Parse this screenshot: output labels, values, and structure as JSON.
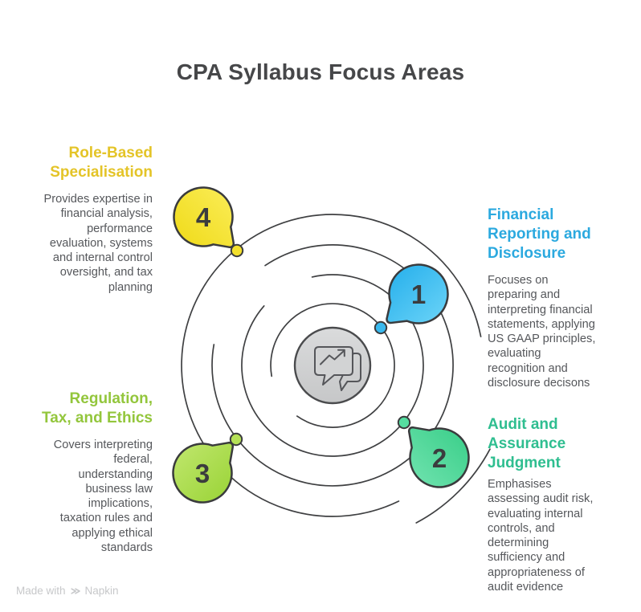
{
  "title": "CPA Syllabus Focus Areas",
  "diagram": {
    "center_icon": "chat-trend-icon",
    "items": [
      {
        "number": "1",
        "label": "Financial\nReporting and\nDisclosure",
        "description": "Focuses on\npreparing and\ninterpreting financial\nstatements, applying\nUS GAAP principles,\nevaluating\nrecognition and\ndisclosure decisons",
        "bubble_color": "#3FBCEF",
        "heading_color": "#2BA9DF"
      },
      {
        "number": "2",
        "label": "Audit and\nAssurance\nJudgment",
        "description": "Emphasises\nassessing audit risk,\nevaluating internal\ncontrols, and\ndetermining\nsufficiency and\nappropriateness of\naudit evidence",
        "bubble_color": "#4ED79A",
        "heading_color": "#2FBE90"
      },
      {
        "number": "3",
        "label": "Regulation,\nTax, and Ethics",
        "description": "Covers interpreting\nfederal,\nunderstanding\nbusiness law\nimplications,\ntaxation rules and\napplying ethical\nstandards",
        "bubble_color": "#ABDC52",
        "heading_color": "#93C63C"
      },
      {
        "number": "4",
        "label": "Role-Based\nSpecialisation",
        "description": "Provides expertise in\nfinancial analysis,\nperformance\nevaluation, systems\nand internal control\noversight, and tax\nplanning",
        "bubble_color": "#F5E33A",
        "heading_color": "#E4C428"
      }
    ],
    "line_color": "#3F4042",
    "center_fill": "#D2D3D4"
  },
  "footer": {
    "made_with": "Made with",
    "brand": "Napkin"
  }
}
